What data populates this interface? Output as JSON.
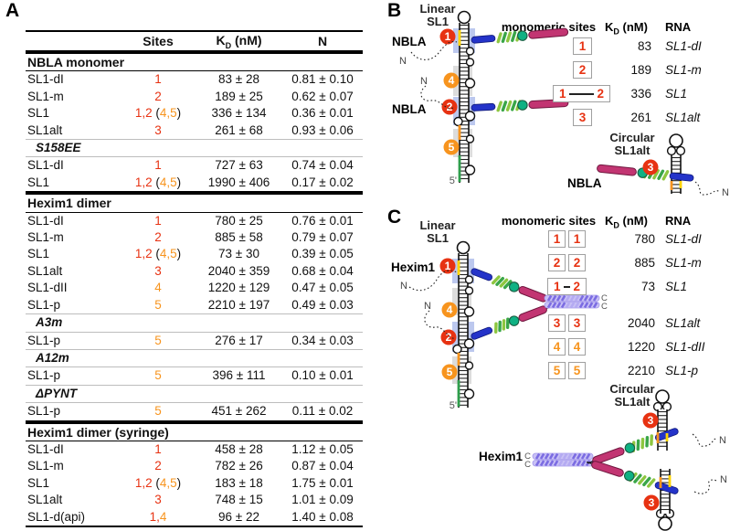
{
  "colors": {
    "red": "#e73212",
    "orange": "#f7941e",
    "blue": "#2433c9",
    "magenta": "#c23572",
    "green_circle": "#0fb183",
    "stripe_light": "#8dc63f",
    "stripe_dark": "#3aa648",
    "purple": "#7b6ce2",
    "purple_light": "#c9c1f5",
    "yellow": "#ffd400",
    "green_rail": "#2f9e4c",
    "highlight_blue": "#bcc8ee",
    "highlight_gray": "#dcdcdc"
  },
  "panelA": {
    "label": "A",
    "header": {
      "sites": "Sites",
      "kd_k": "K",
      "kd_sub": "D",
      "kd_rest": " (nM)",
      "n": "N"
    },
    "sections": [
      {
        "title": "NBLA monomer",
        "rows": [
          {
            "name": "SL1-dI",
            "sites": [
              [
                "1",
                "red"
              ]
            ],
            "kd": "83 ± 28",
            "n": "0.81 ± 0.10"
          },
          {
            "name": "SL1-m",
            "sites": [
              [
                "2",
                "red"
              ]
            ],
            "kd": "189 ± 25",
            "n": "0.62 ± 0.07"
          },
          {
            "name": "SL1",
            "sites": [
              [
                "1,2",
                "red"
              ],
              [
                " (",
                "black"
              ],
              [
                "4,5",
                "orange"
              ],
              [
                ")",
                "black"
              ]
            ],
            "kd": "336 ± 134",
            "n": "0.36 ± 0.01"
          },
          {
            "name": "SL1alt",
            "sites": [
              [
                "3",
                "red"
              ]
            ],
            "kd": "261 ± 68",
            "n": "0.93 ± 0.06"
          },
          {
            "subtitle": "S158EE"
          },
          {
            "name": "SL1-dI",
            "sites": [
              [
                "1",
                "red"
              ]
            ],
            "kd": "727 ± 63",
            "n": "0.74 ± 0.04"
          },
          {
            "name": "SL1",
            "sites": [
              [
                "1,2",
                "red"
              ],
              [
                " (",
                "black"
              ],
              [
                "4,5",
                "orange"
              ],
              [
                ")",
                "black"
              ]
            ],
            "kd": "1990 ± 406",
            "n": "0.17 ± 0.02"
          }
        ]
      },
      {
        "title": "Hexim1 dimer",
        "rows": [
          {
            "name": "SL1-dI",
            "sites": [
              [
                "1",
                "red"
              ]
            ],
            "kd": "780 ± 25",
            "n": "0.76 ± 0.01"
          },
          {
            "name": "SL1-m",
            "sites": [
              [
                "2",
                "red"
              ]
            ],
            "kd": "885 ± 58",
            "n": "0.79 ± 0.07"
          },
          {
            "name": "SL1",
            "sites": [
              [
                "1,2",
                "red"
              ],
              [
                " (",
                "black"
              ],
              [
                "4,5",
                "orange"
              ],
              [
                ")",
                "black"
              ]
            ],
            "kd": "73 ± 30",
            "n": "0.39 ± 0.05"
          },
          {
            "name": "SL1alt",
            "sites": [
              [
                "3",
                "red"
              ]
            ],
            "kd": "2040 ± 359",
            "n": "0.68 ± 0.04"
          },
          {
            "name": "SL1-dII",
            "sites": [
              [
                "4",
                "orange"
              ]
            ],
            "kd": "1220 ± 129",
            "n": "0.47 ± 0.05"
          },
          {
            "name": "SL1-p",
            "sites": [
              [
                "5",
                "orange"
              ]
            ],
            "kd": "2210 ± 197",
            "n": "0.49 ± 0.03"
          },
          {
            "subtitle": "A3m"
          },
          {
            "name": "SL1-p",
            "sites": [
              [
                "5",
                "orange"
              ]
            ],
            "kd": "276 ± 17",
            "n": "0.34 ± 0.03"
          },
          {
            "subtitle": "A12m"
          },
          {
            "name": "SL1-p",
            "sites": [
              [
                "5",
                "orange"
              ]
            ],
            "kd": "396 ± 111",
            "n": "0.10 ± 0.01"
          },
          {
            "subtitle": "ΔPYNT"
          },
          {
            "name": "SL1-p",
            "sites": [
              [
                "5",
                "orange"
              ]
            ],
            "kd": "451 ± 262",
            "n": "0.11 ± 0.02"
          }
        ]
      },
      {
        "title": "Hexim1 dimer (syringe)",
        "rows": [
          {
            "name": "SL1-dI",
            "sites": [
              [
                "1",
                "red"
              ]
            ],
            "kd": "458 ± 28",
            "n": "1.12 ± 0.05"
          },
          {
            "name": "SL1-m",
            "sites": [
              [
                "2",
                "red"
              ]
            ],
            "kd": "782 ± 26",
            "n": "0.87 ± 0.04"
          },
          {
            "name": "SL1",
            "sites": [
              [
                "1,2",
                "red"
              ],
              [
                " (",
                "black"
              ],
              [
                "4,5",
                "orange"
              ],
              [
                ")",
                "black"
              ]
            ],
            "kd": "183 ± 18",
            "n": "1.75 ± 0.01"
          },
          {
            "name": "SL1alt",
            "sites": [
              [
                "3",
                "red"
              ]
            ],
            "kd": "748 ± 15",
            "n": "1.01 ± 0.09"
          },
          {
            "name": "SL1-d(api)",
            "sites": [
              [
                "1,",
                "red"
              ],
              [
                "4",
                "orange"
              ]
            ],
            "kd": "96 ± 22",
            "n": "1.40 ± 0.08"
          }
        ]
      }
    ]
  },
  "panelB": {
    "label": "B",
    "linear_label": [
      "Linear",
      "SL1"
    ],
    "protein_label_1": "NBLA",
    "protein_label_2": "NBLA",
    "n1": "N",
    "n2": "N",
    "five_prime": "5'",
    "site_circles": [
      "1",
      "4",
      "2",
      "5"
    ],
    "monomeric_header": "monomeric sites",
    "kd_k": "K",
    "kd_sub": "D",
    "kd_rest": " (nM)",
    "rna_header": "RNA",
    "rows": [
      {
        "boxes": [
          "1"
        ],
        "kd": "83",
        "rna": "SL1-dI"
      },
      {
        "boxes": [
          "2"
        ],
        "kd": "189",
        "rna": "SL1-m"
      },
      {
        "boxes": [
          "1—2"
        ],
        "kd": "336",
        "rna": "SL1"
      },
      {
        "boxes": [
          "3"
        ],
        "kd": "261",
        "rna": "SL1alt"
      }
    ],
    "circular_label": [
      "Circular",
      "SL1alt"
    ],
    "circ_protein": "NBLA",
    "circ_site": "3",
    "circ_n": "N"
  },
  "panelC": {
    "label": "C",
    "linear_label": [
      "Linear",
      "SL1"
    ],
    "hexim_label": "Hexim1",
    "n1": "N",
    "n2": "N",
    "five_prime": "5'",
    "site_circles": [
      "1",
      "4",
      "2",
      "5"
    ],
    "c1": "C",
    "c2": "C",
    "monomeric_header": "monomeric sites",
    "kd_k": "K",
    "kd_sub": "D",
    "kd_rest": " (nM)",
    "rna_header": "RNA",
    "rows": [
      {
        "boxes": [
          "1",
          "1"
        ],
        "kd": "780",
        "rna": "SL1-dI"
      },
      {
        "boxes": [
          "2",
          "2"
        ],
        "kd": "885",
        "rna": "SL1-m"
      },
      {
        "boxes": [
          "1—2"
        ],
        "kd": "73",
        "rna": "SL1"
      },
      {
        "boxes": [
          "3",
          "3"
        ],
        "kd": "2040",
        "rna": "SL1alt"
      },
      {
        "boxes": [
          "4",
          "4"
        ],
        "kd": "1220",
        "rna": "SL1-dII"
      },
      {
        "boxes": [
          "5",
          "5"
        ],
        "kd": "2210",
        "rna": "SL1-p"
      }
    ],
    "circular_label": [
      "Circular",
      "SL1alt"
    ],
    "bottom": {
      "hexim_label": "Hexim1",
      "c1": "C",
      "c2": "C",
      "site_top": "3",
      "site_bottom": "3",
      "n_top": "N",
      "n_bottom": "N"
    }
  }
}
